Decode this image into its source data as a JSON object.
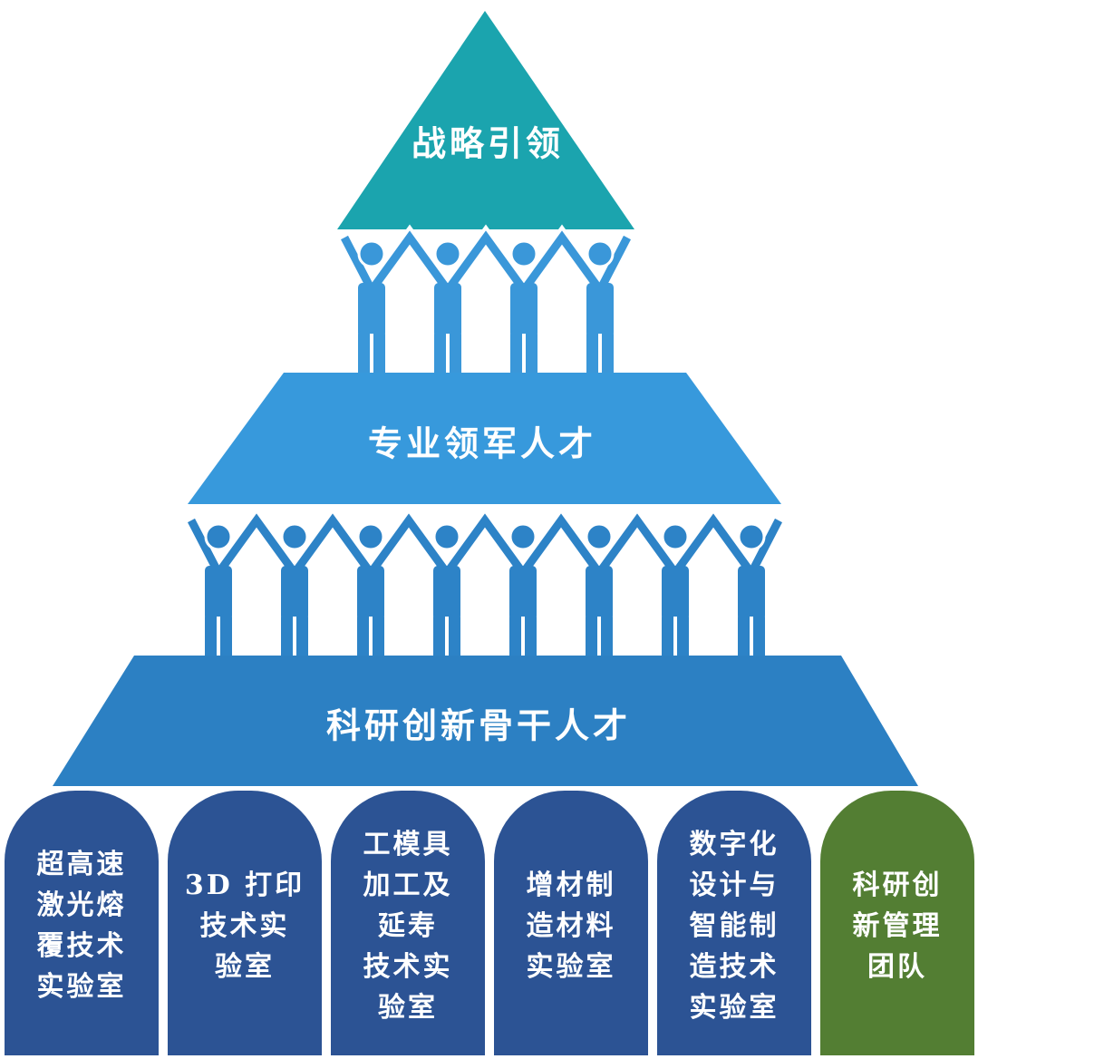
{
  "diagram": {
    "tiers": [
      {
        "label": "战略引领",
        "color": "#1ba4ae"
      },
      {
        "label": "专业领军人才",
        "color": "#3799dc"
      },
      {
        "label": "科研创新骨干人才",
        "color": "#2c80c3"
      }
    ],
    "figure_colors": {
      "upper": "#3a97d9",
      "lower": "#2d83c7"
    },
    "labs": [
      {
        "text": "超高速\n激光熔\n覆技术\n实验室",
        "color": "#2c5394"
      },
      {
        "text": "3D 打印\n技术实\n验室",
        "color": "#2c5394"
      },
      {
        "text": "工模具\n加工及\n延寿\n技术实\n验室",
        "color": "#2c5394"
      },
      {
        "text": "增材制\n造材料\n实验室",
        "color": "#2c5394"
      },
      {
        "text": "数字化\n设计与\n智能制\n造技术\n实验室",
        "color": "#2c5394"
      },
      {
        "text": "科研创\n新管理\n团队",
        "color": "#537e33"
      }
    ]
  }
}
